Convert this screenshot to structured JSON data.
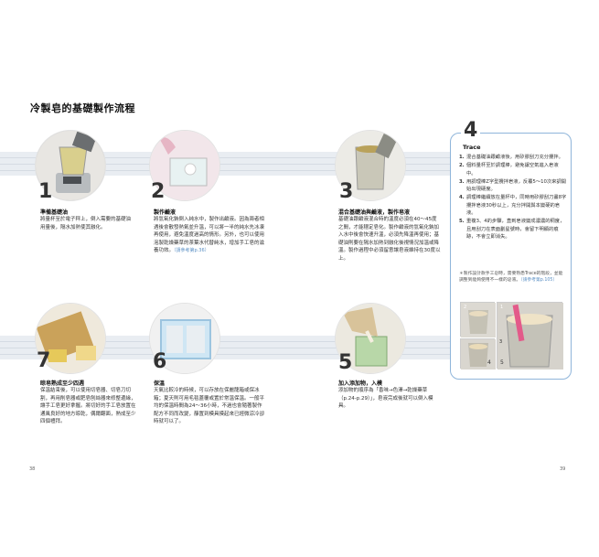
{
  "title": "冷製皂的基礎製作流程",
  "steps": [
    {
      "num": "1",
      "title": "準備基礎油",
      "body": "將量杯至於電子秤上，倒入需要的基礎油用量後，隔水加熱使其融化。"
    },
    {
      "num": "2",
      "title": "製作鹼液",
      "body": "將氫氧化鈉倒入純水中，製作出鹼液。因為兩者相遇後會散發熱氣並升溫，可以將一半的純水先冰凍再使用，避免溫度過高的情形。另外，也可以使用泡製乾燥藥草的茶葉水代替純水，增加手工皂的滋養功效。",
      "note": "（請參考第p.36）"
    },
    {
      "num": "3",
      "title": "混合基礎油與鹼液，製作皂液",
      "body": "基礎油跟鹼液混合時的溫度必須在40～45度之間，才能穩定皂化。製作鹼液的氫氧化鈉加入水中後會快速升溫，必須先降溫再使用；基礎油則要在隔水加熱到融化後視情況加溫或降溫。製作過程中必須留意讓皂液維持在30度以上。"
    },
    {
      "num": "5",
      "title": "加入添加物，入模",
      "body": "添加物的順序為「香味→色澤→乾燥藥草（p.24-p.29）」，皂液完成後就可以倒入模具。"
    },
    {
      "num": "6",
      "title": "保溫",
      "body": "天氣比較冷的時候，可以存放在保麗龍箱或保冰箱；夏天則可用毛毯蓋覆或置於常溫保溫。一般平均的保溫時間為24～36小時，不過也會隨著製作配方不同而改變，靜置到模具摸起來已經微涼冷卻時就可以了。"
    },
    {
      "num": "7",
      "title": "晾皂熟成至少四週",
      "body": "保溫結束後，可以使用切皂器、切皂刀切割，再用削皂器或肥皂刨絲器來修整邊緣，讓手工皂更好拿握。將切好的手工皂放置在通風良好的地方晾乾，偶爾翻面，熟成至少四個禮拜。"
    }
  ],
  "trace": {
    "num": "4",
    "title": "Trace",
    "items": [
      {
        "n": "1.",
        "text": "混合基礎油跟鹼液後，用矽膠刮刀充分攪拌。"
      },
      {
        "n": "2.",
        "text": "個料量杯至於調理棒，避免讓空氣進入皂液中。"
      },
      {
        "n": "3.",
        "text": "用調理棒Z字型攪拌皂液，反覆5～10次來調開始出現硬度。"
      },
      {
        "n": "4.",
        "text": "調理棒繼續放在量杯中，同時用矽膠刮刀畫8字攪拌皂液30秒以上，充分拌開與本變硬的皂液。"
      },
      {
        "n": "5.",
        "text": "重複3、4的步驟，直到皂液變成濃濃的稠度，且用刮刀在表面劃星號時，會留下明顯的痕跡，不會立即消失。"
      }
    ],
    "note_text": "＊製作設計款手工皂時，需要熟悉Trace的階段，並能調整到能夠使用不一樣的皂液。",
    "note_link": "（請參考第p.105）",
    "photo_labels": [
      "2",
      "1",
      "3",
      "4",
      "5"
    ]
  },
  "page_numbers": [
    "38",
    "39"
  ]
}
